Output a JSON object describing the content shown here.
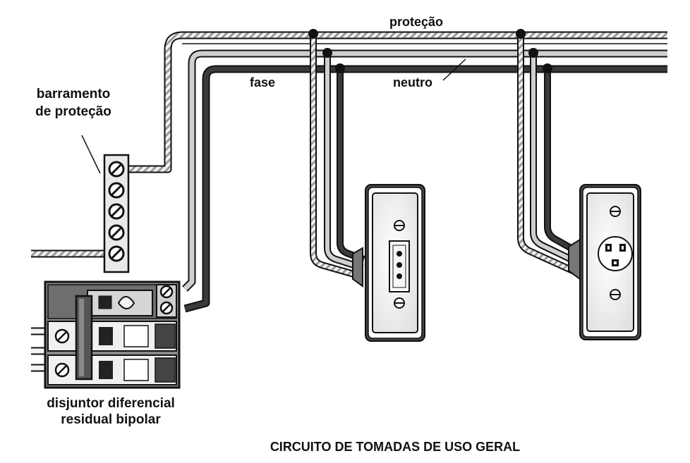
{
  "labels": {
    "protection": "proteção",
    "phase": "fase",
    "neutral": "neutro",
    "busbar_line1": "barramento",
    "busbar_line2": "de proteção",
    "breaker_line1": "disjuntor diferencial",
    "breaker_line2": "residual bipolar"
  },
  "caption": "CIRCUITO DE TOMADAS DE USO GERAL",
  "components": {
    "busbar_screws": 5,
    "breaker_poles": 2,
    "outlets": 2
  }
}
